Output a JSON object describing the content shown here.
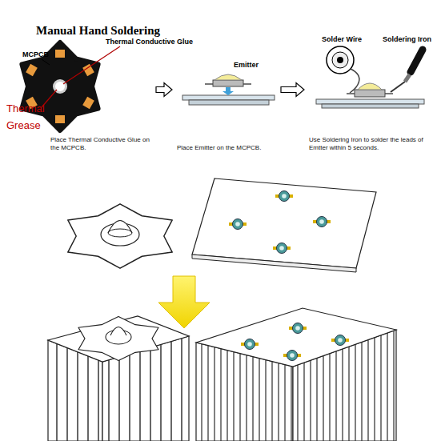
{
  "diagram": {
    "title": "Manual Hand Soldering",
    "nodes": [
      {
        "text": [
          "Place Thermal Conductive Glue on the MCPCB."
        ]
      },
      {
        "text": [
          "Place Emitter on the MCPCB."
        ]
      },
      {
        "text": [
          "Use Soldering Iron to solder the leads of Emtter within 5 seconds."
        ]
      }
    ],
    "edges": [
      {
        "from": 0,
        "to": 1,
        "arrow": "to"
      },
      {
        "from": 1,
        "to": 2,
        "arrow": "to"
      }
    ],
    "labels": [
      "MCPCB",
      "Thermal Conductive Glue",
      "Thermal Grease",
      "Emitter",
      "Solder Wire",
      "Soldering Iron"
    ]
  }
}
